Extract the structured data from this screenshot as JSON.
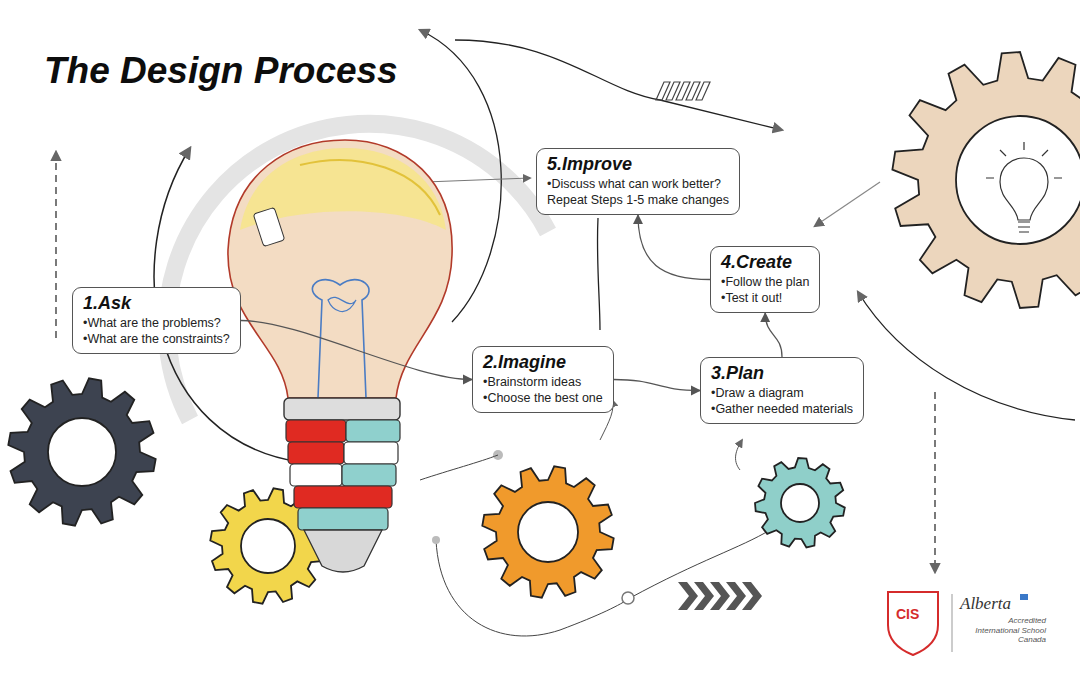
{
  "diagram": {
    "title": "The Design Process",
    "nodes": [
      {
        "text": [
          "1.Ask",
          "•What are the problems?",
          "•What are the constraints?"
        ]
      },
      {
        "text": [
          "2.Imagine",
          "•Brainstorm ideas",
          "•Choose the best one"
        ]
      },
      {
        "text": [
          "3.Plan",
          "•Draw a diagram",
          "•Gather needed materials"
        ]
      },
      {
        "text": [
          "4.Create",
          "•Follow the plan",
          "•Test it out!"
        ]
      },
      {
        "text": [
          "5.Improve",
          "•Discuss what can work better?",
          "Repeat Steps 1-5 make changes"
        ]
      }
    ],
    "edges": [
      {
        "from": 0,
        "to": 1,
        "arrow": "to"
      },
      {
        "from": 1,
        "to": 2,
        "arrow": "to"
      },
      {
        "from": 2,
        "to": 3,
        "arrow": "to"
      },
      {
        "from": 3,
        "to": 4,
        "arrow": "to"
      }
    ],
    "labels": [
      "CIS",
      "Alberta",
      "Accredited International School Canada"
    ]
  }
}
